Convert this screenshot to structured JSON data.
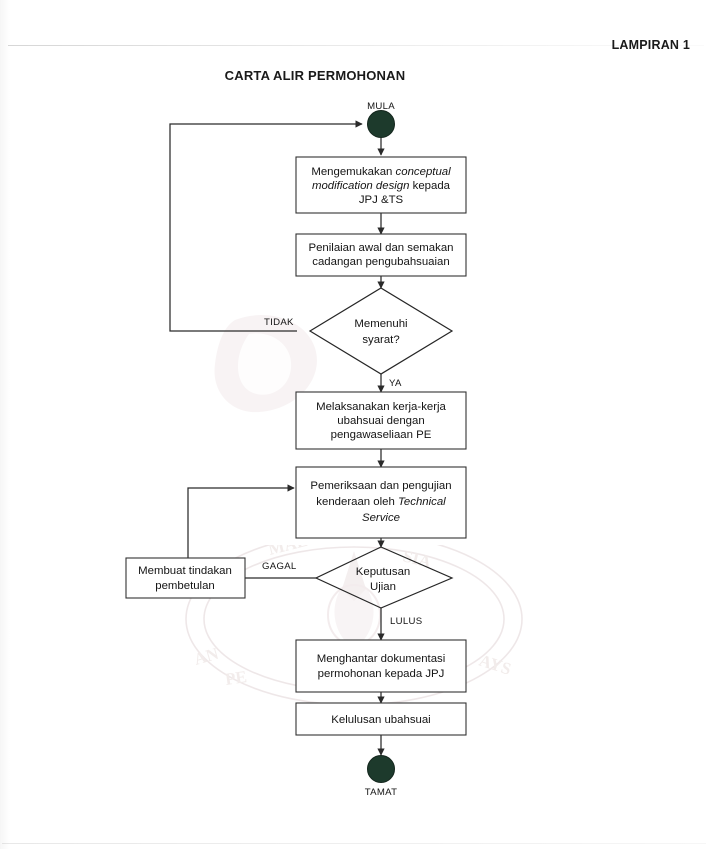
{
  "document": {
    "annex_label": "LAMPIRAN 1",
    "title": "CARTA ALIR PERMOHONAN"
  },
  "flowchart": {
    "nodes": {
      "start": {
        "label": "MULA",
        "shape": "terminal"
      },
      "step1": {
        "shape": "process",
        "lines": [
          {
            "runs": [
              {
                "text": "Mengemukakan ",
                "italic": false
              },
              {
                "text": "conceptual",
                "italic": true
              }
            ]
          },
          {
            "runs": [
              {
                "text": "modification design",
                "italic": true
              },
              {
                "text": " kepada",
                "italic": false
              }
            ]
          },
          {
            "runs": [
              {
                "text": "JPJ &TS",
                "italic": false
              }
            ]
          }
        ]
      },
      "step2": {
        "shape": "process",
        "lines": [
          {
            "runs": [
              {
                "text": "Penilaian awal dan semakan",
                "italic": false
              }
            ]
          },
          {
            "runs": [
              {
                "text": "cadangan pengubahsuaian",
                "italic": false
              }
            ]
          }
        ]
      },
      "decision1": {
        "shape": "decision",
        "lines": [
          {
            "runs": [
              {
                "text": "Memenuhi",
                "italic": false
              }
            ]
          },
          {
            "runs": [
              {
                "text": "syarat?",
                "italic": false
              }
            ]
          }
        ]
      },
      "step3": {
        "shape": "process",
        "lines": [
          {
            "runs": [
              {
                "text": "Melaksanakan kerja-kerja",
                "italic": false
              }
            ]
          },
          {
            "runs": [
              {
                "text": "ubahsuai dengan",
                "italic": false
              }
            ]
          },
          {
            "runs": [
              {
                "text": "pengawaseliaan PE",
                "italic": false
              }
            ]
          }
        ]
      },
      "step4": {
        "shape": "process",
        "lines": [
          {
            "runs": [
              {
                "text": "Pemeriksaan dan pengujian",
                "italic": false
              }
            ]
          },
          {
            "runs": [
              {
                "text": "kenderaan oleh ",
                "italic": false
              },
              {
                "text": "Technical",
                "italic": true
              }
            ]
          },
          {
            "runs": [
              {
                "text": "Service",
                "italic": true
              }
            ]
          }
        ]
      },
      "decision2": {
        "shape": "decision",
        "lines": [
          {
            "runs": [
              {
                "text": "Keputusan",
                "italic": false
              }
            ]
          },
          {
            "runs": [
              {
                "text": "Ujian",
                "italic": false
              }
            ]
          }
        ]
      },
      "rework": {
        "shape": "process",
        "lines": [
          {
            "runs": [
              {
                "text": "Membuat tindakan",
                "italic": false
              }
            ]
          },
          {
            "runs": [
              {
                "text": "pembetulan",
                "italic": false
              }
            ]
          }
        ]
      },
      "step5": {
        "shape": "process",
        "lines": [
          {
            "runs": [
              {
                "text": "Menghantar dokumentasi",
                "italic": false
              }
            ]
          },
          {
            "runs": [
              {
                "text": "permohonan kepada JPJ",
                "italic": false
              }
            ]
          }
        ]
      },
      "step6": {
        "shape": "process",
        "lines": [
          {
            "runs": [
              {
                "text": "Kelulusan ubahsuai",
                "italic": false
              }
            ]
          }
        ]
      },
      "end": {
        "label": "TAMAT",
        "shape": "terminal"
      }
    },
    "edge_labels": {
      "no": "TIDAK",
      "yes": "YA",
      "fail": "GAGAL",
      "pass": "LULUS"
    },
    "colors": {
      "terminal_fill": "#1d3a2c",
      "stroke": "#2b2b2b",
      "box_stroke": "#333333",
      "text": "#141414",
      "page": "#ffffff"
    }
  }
}
